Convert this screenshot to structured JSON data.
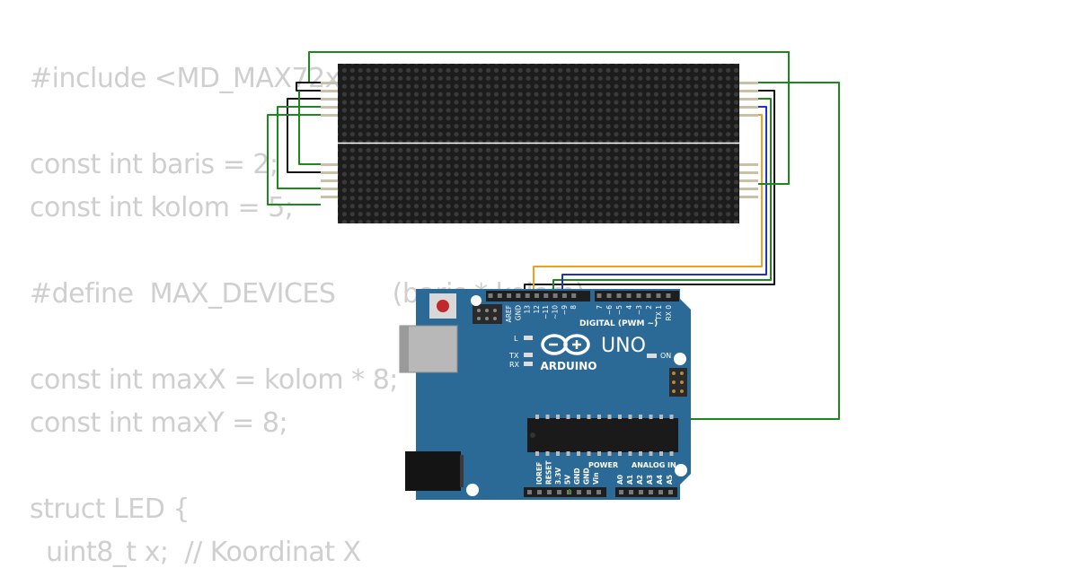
{
  "code_lines": [
    "#include <MD_MAX72xx.h>",
    "",
    "const int baris = 2;",
    "const int kolom = 5;",
    "",
    "#define  MAX_DEVICES       (baris * kolom)",
    "",
    "const int maxX = kolom * 8;",
    "const int maxY = 8;",
    "",
    "struct LED {",
    "  uint8_t x;  // Koordinat X"
  ],
  "arduino": {
    "brand": "ARDUINO",
    "model": "UNO",
    "digital_header_label": "DIGITAL (PWM ~)",
    "power_label": "POWER",
    "analog_label": "ANALOG IN",
    "on_label": "ON",
    "l_label": "L",
    "tx_label": "TX",
    "rx_label": "RX",
    "top_pins": [
      "AREF",
      "GND",
      "13",
      "12",
      "~11",
      "~10",
      "~9",
      "8",
      "7",
      "~6",
      "~5",
      "4",
      "~3",
      "2",
      "TX 1",
      "RX 0"
    ],
    "power_pins": [
      "IOREF",
      "RESET",
      "3.3V",
      "5V",
      "GND",
      "GND",
      "Vin"
    ],
    "analog_pins": [
      "A0",
      "A1",
      "A2",
      "A3",
      "A4",
      "A5"
    ]
  },
  "colors": {
    "board": "#2b6a97",
    "matrix_bg": "#1c1c1c",
    "matrix_led": "#3a3a3a",
    "wire_green": "#1b8a1b",
    "wire_black": "#111111",
    "wire_blue": "#1f2fd0",
    "wire_orange": "#f0a01a",
    "code_text": "#cfcfcf"
  }
}
